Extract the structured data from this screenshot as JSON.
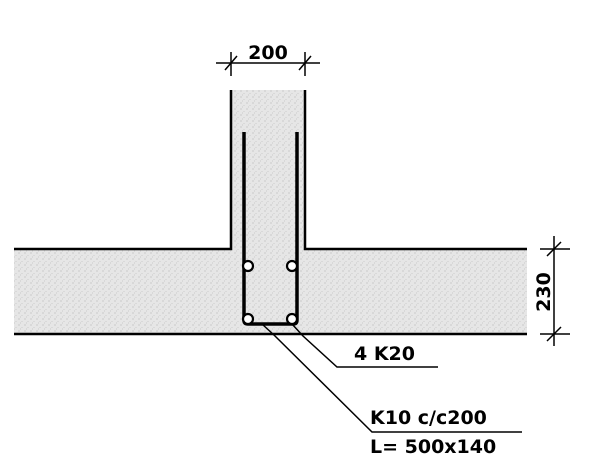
{
  "dimensions": {
    "stem_width": "200",
    "slab_thickness": "230"
  },
  "callouts": {
    "main_bars": "4 K20",
    "stirrup_spec": "K10 c/c200",
    "stirrup_length": "L= 500x140"
  },
  "colors": {
    "concrete_fill": "#e4e4e4",
    "line": "#000000"
  }
}
